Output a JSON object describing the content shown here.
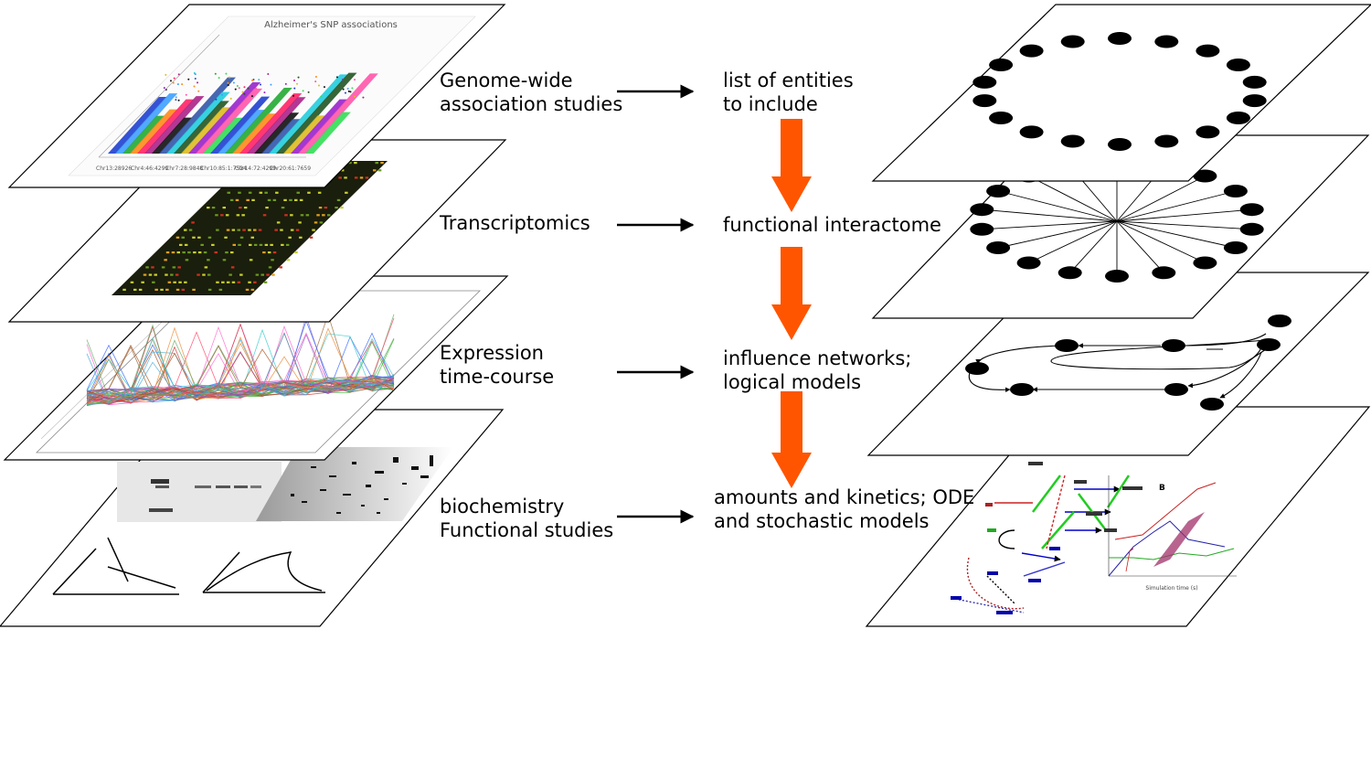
{
  "left_labels": {
    "gwas": [
      "Genome-wide",
      "association studies"
    ],
    "transcriptomics": [
      "Transcriptomics"
    ],
    "expression": [
      "Expression",
      "time-course"
    ],
    "biochemistry": [
      "biochemistry",
      "Functional studies"
    ]
  },
  "right_labels": {
    "entities": [
      "list of entities",
      "to include"
    ],
    "interactome": [
      "functional interactome"
    ],
    "influence": [
      "influence networks;",
      "logical models"
    ],
    "kinetics": [
      "amounts and kinetics; ODE",
      "and stochastic models"
    ]
  },
  "gwas_plot": {
    "title": "Alzheimer's SNP associations",
    "axis_ticks": [
      "Chr13:28926",
      "Chr4:46:4299",
      "Chr7:28:9848",
      "Chr10:85:1:7524",
      "Chr14:72:4299",
      "Chr20:61:7659"
    ]
  },
  "colors": {
    "flow_arrow": "#ff5500",
    "line": "#000000",
    "node": "#000000",
    "plane_fill": "#ffffff"
  },
  "kinetics_panel": {
    "panel_letter": "B",
    "xlabel": "Simulation time (s)"
  }
}
